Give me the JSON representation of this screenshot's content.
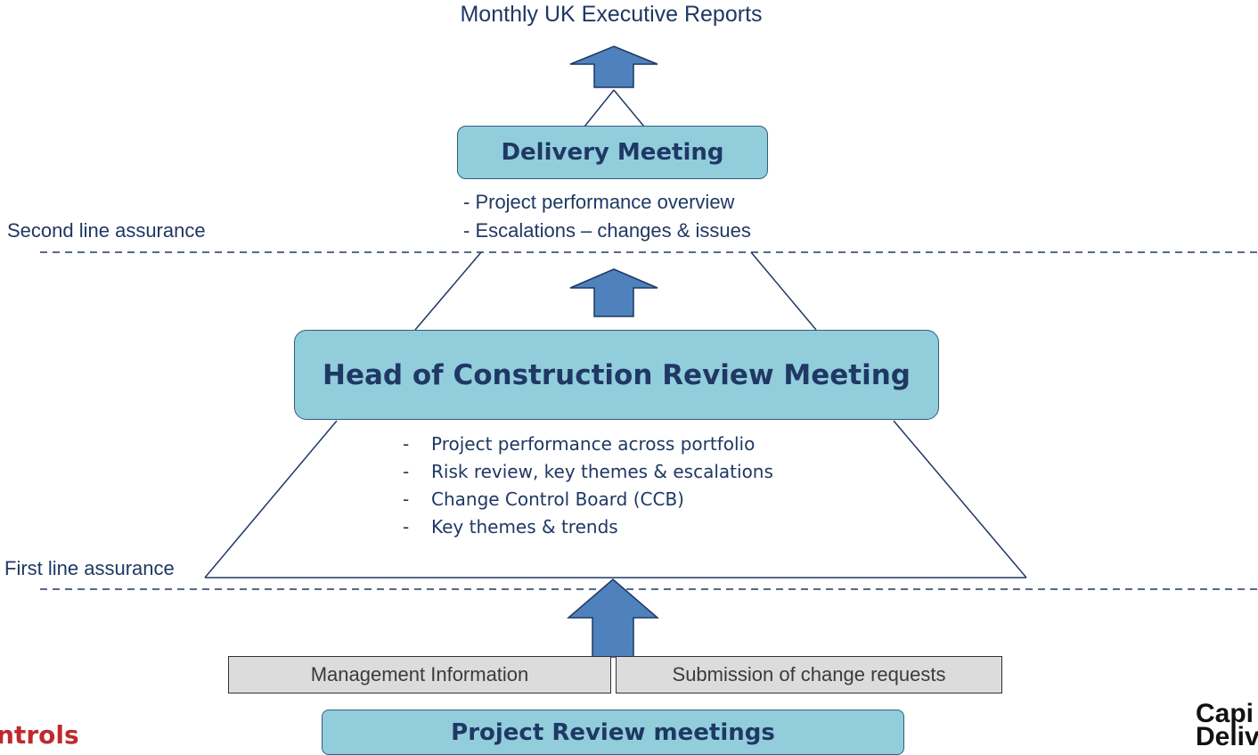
{
  "title": "Monthly UK Executive Reports",
  "delivery_meeting": {
    "label": "Delivery Meeting",
    "items": [
      "- Project performance  overview",
      "- Escalations – changes & issues"
    ]
  },
  "second_line_label": "Second line assurance",
  "head_meeting": {
    "label": "Head of Construction Review Meeting",
    "items": [
      "Project performance  across portfolio",
      "Risk review, key themes & escalations",
      "Change Control Board (CCB)",
      "Key themes & trends"
    ]
  },
  "first_line_label": "First line assurance",
  "inputs": {
    "management_information": "Management Information",
    "change_requests": "Submission of change requests"
  },
  "project_review": "Project Review meetings",
  "logos": {
    "left_text": "ntrols",
    "right_text_line1": "Capi",
    "right_text_line2": "Deliv"
  },
  "colors": {
    "box_fill": "#92cddc",
    "arrow_fill": "#4f81bd",
    "text": "#1f3864"
  }
}
